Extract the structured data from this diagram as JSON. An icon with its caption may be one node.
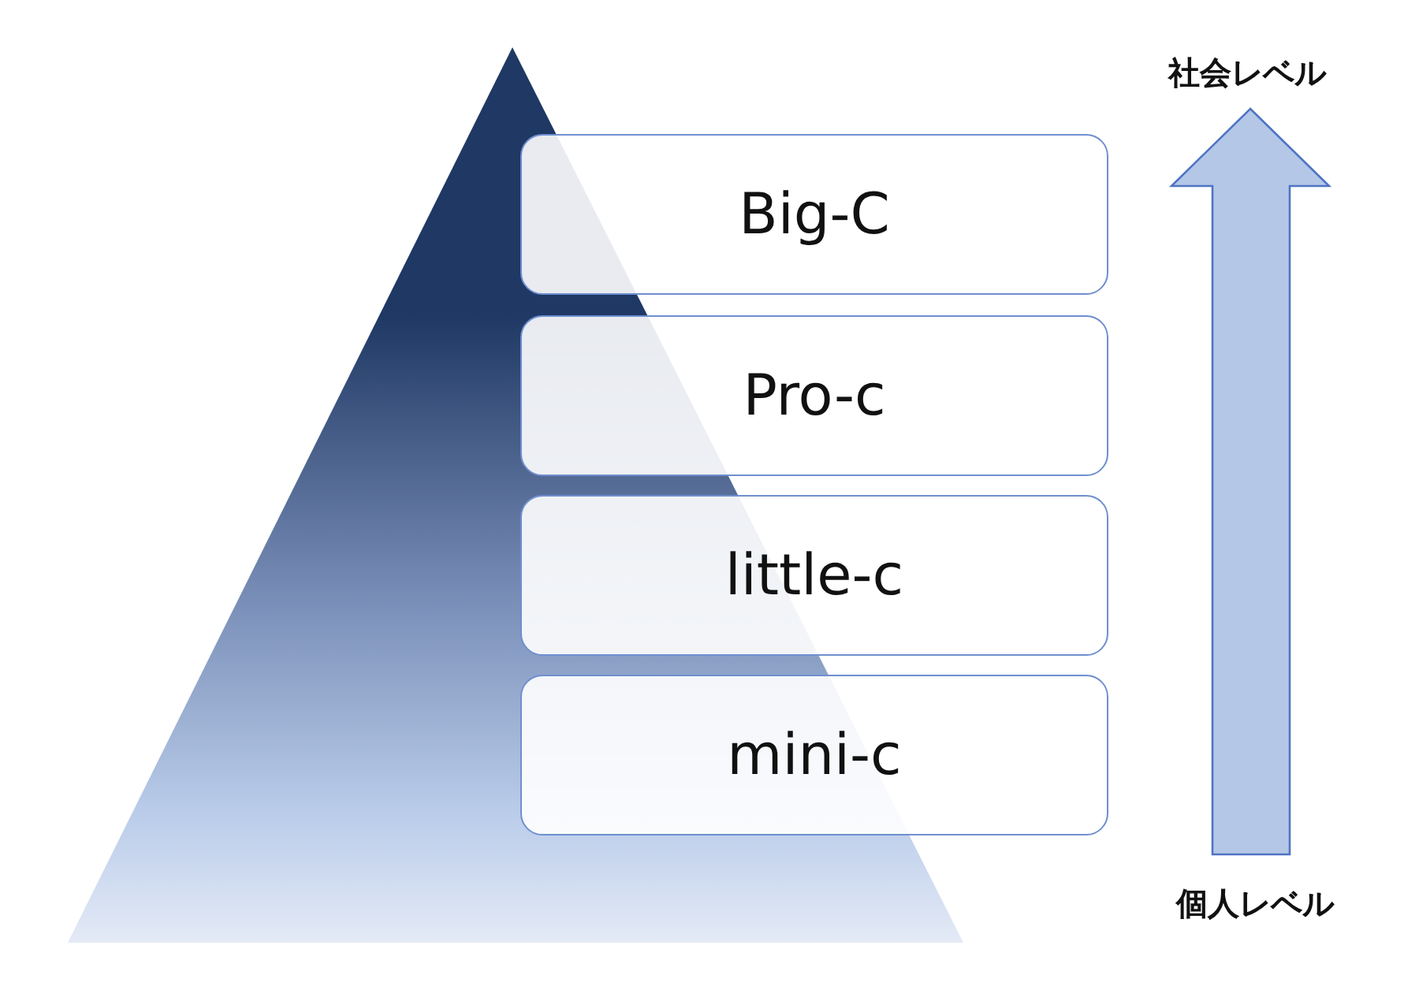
{
  "diagram": {
    "nodes": [
      {
        "text": [
          "Big-C"
        ]
      },
      {
        "text": [
          "Pro-c"
        ]
      },
      {
        "text": [
          "little-c"
        ]
      },
      {
        "text": [
          "mini-c"
        ]
      }
    ],
    "labels": [
      "社会レベル",
      "個人レベル"
    ]
  }
}
